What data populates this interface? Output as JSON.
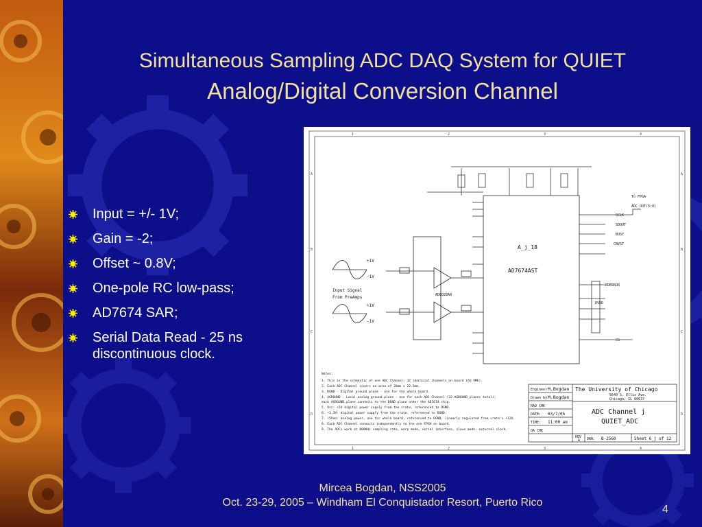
{
  "slide": {
    "title_line1": "Simultaneous Sampling ADC DAQ System for QUIET",
    "title_line2": "Analog/Digital Conversion Channel",
    "bullets": [
      "Input = +/- 1V;",
      "Gain = -2;",
      "Offset ~ 0.8V;",
      "One-pole RC low-pass;",
      "AD7674  SAR;",
      "Serial Data Read - 25 ns discontinuous clock."
    ],
    "footer_line1": "Mircea Bogdan, NSS2005",
    "footer_line2": "Oct. 23-29, 2005 – Windham El Conquistador Resort, Puerto Rico",
    "page_number": "4"
  },
  "schematic": {
    "chip_label": "AD7674AST",
    "chip_ref": "A_j_18",
    "opamp_label": "AD8028AR",
    "input_signal_label": "Input Signal\nFrom PreAmps",
    "to_fpga": "To FPGA",
    "adc_out": "ADC_OUT(5:0)",
    "signals": [
      "SCLK",
      "SDOUT",
      "BUSY",
      "CNVST",
      "RDERROR",
      "DVDD",
      "CS"
    ],
    "plus_1v": "+1V",
    "minus_1v": "-1V",
    "col_numbers": [
      "1",
      "2",
      "3",
      "4"
    ],
    "row_letters": [
      "A",
      "B",
      "C",
      "D"
    ],
    "notes_title": "Notes:",
    "notes": [
      "1. This is the schematic of one ADC Channel; 32 identical channels on board (6U VME).",
      "2. Each ADC Channel covers an area of 26mm x 22.5mm.",
      "3. DGND - Digital ground plane - one for the whole board.",
      "4. AGROUND - Local analog ground plane - one for each ADC Channel (32 AGROUND planes total);",
      "   each AGROUND plane connects to the DGND plane under the AD7674 chip.",
      "5. Vcc: +5V digital power supply from the crate, referenced to DGND.",
      "6. +3.3V: digital power supply from the crate, referenced to DGND.",
      "7. +5Van: analog power, one for whole board, referenced to DGND, linearly regulated from crate's +12V.",
      "8. Each ADC Channel connects independently to the one FPGA on board.",
      "9. The ADCs work at 800KHz sampling rate, warp mode, serial interface, slave mode, external clock."
    ],
    "engineer_label": "Engineer",
    "engineer": "M.Bogdan",
    "drawn_label": "Drawn by",
    "drawn": "M.Bogdan",
    "rad_chk": "RAD CHK",
    "date_label": "DATE:",
    "date": "03/7/05",
    "time_label": "TIME:",
    "time": "11:00 am",
    "qa_chk": "QA CHK",
    "university": "The University of Chicago",
    "address1": "5640 S. Ellis Ave.",
    "address2": "Chicago, IL 60637",
    "drawing_title1": "ADC Channel  j",
    "drawing_title2": "QUIET_ADC",
    "rev_label": "REV",
    "rev": "A",
    "drw_label": "DRW.",
    "drw": "B-2560",
    "sheet": "Sheet 6_j of 12"
  },
  "colors": {
    "background": "#0d0f8a",
    "title": "#f3e19a",
    "bullet_text": "#ffffff",
    "bullet_icon": "#ffee00"
  }
}
